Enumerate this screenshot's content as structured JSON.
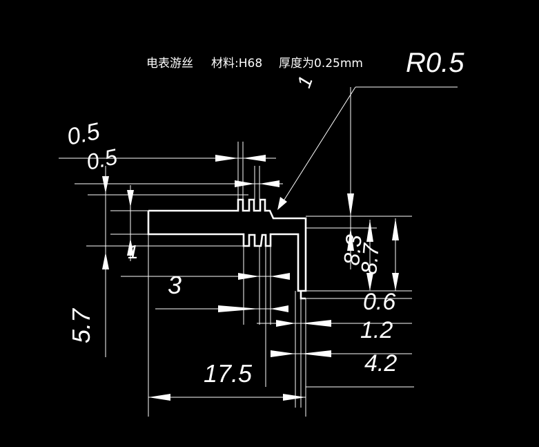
{
  "title": {
    "name": "电表游丝",
    "material": "材料:H68",
    "thickness": "厚度为0.25mm"
  },
  "radius_note": "R0.5",
  "dimensions": {
    "top_a": "0.5",
    "top_b": "0.5",
    "top_c": "1",
    "left_small": "1",
    "left_total": "5.7",
    "mid_3": "3",
    "right_a": "8.3",
    "right_b": "8.7",
    "bottom_06": "0.6",
    "bottom_12": "1.2",
    "bottom_42": "4.2",
    "bottom_175": "17.5"
  },
  "colors": {
    "background": "#000000",
    "lines": "#ffffff"
  }
}
